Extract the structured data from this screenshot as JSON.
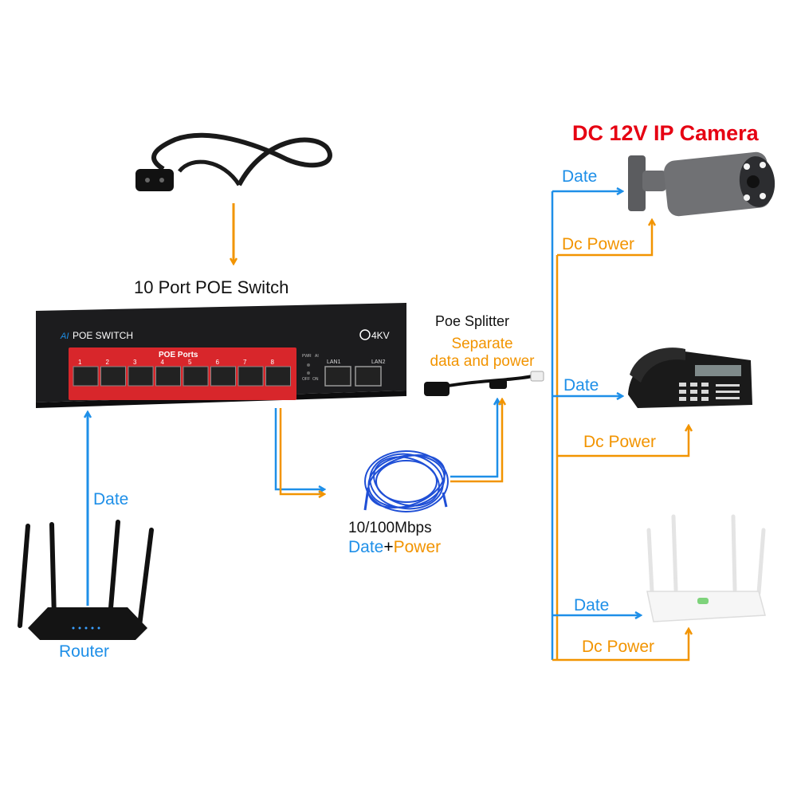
{
  "titles": {
    "camera": "DC 12V IP Camera",
    "switch": "10 Port POE Switch",
    "splitter": "Poe Splitter",
    "splitter_desc_line1": "Separate",
    "splitter_desc_line2": "data and power"
  },
  "switch_device": {
    "brand_prefix": "AI",
    "brand": "POE SWITCH",
    "protection": "4KV",
    "ports_label": "POE Ports",
    "port_numbers": [
      "1",
      "2",
      "3",
      "4",
      "5",
      "6",
      "7",
      "8"
    ],
    "lan_labels": [
      "LAN1",
      "LAN2"
    ],
    "switch_labels": [
      "PWR",
      "AI",
      "OFF",
      "ON"
    ]
  },
  "cable": {
    "speed": "10/100Mbps",
    "type_data": "Date",
    "type_plus": "+",
    "type_power": "Power"
  },
  "router": {
    "label": "Router",
    "link_label": "Date"
  },
  "camera": {
    "data_label": "Date",
    "power_label": "Dc Power"
  },
  "phone": {
    "data_label": "Date",
    "power_label": "Dc Power"
  },
  "wifi": {
    "data_label": "Date",
    "power_label": "Dc Power"
  },
  "colors": {
    "data": "#1e8fe8",
    "power": "#f29400",
    "camera_title": "#e60012",
    "switch_body": "#1c1c1e",
    "switch_panel": "#d8262b"
  }
}
